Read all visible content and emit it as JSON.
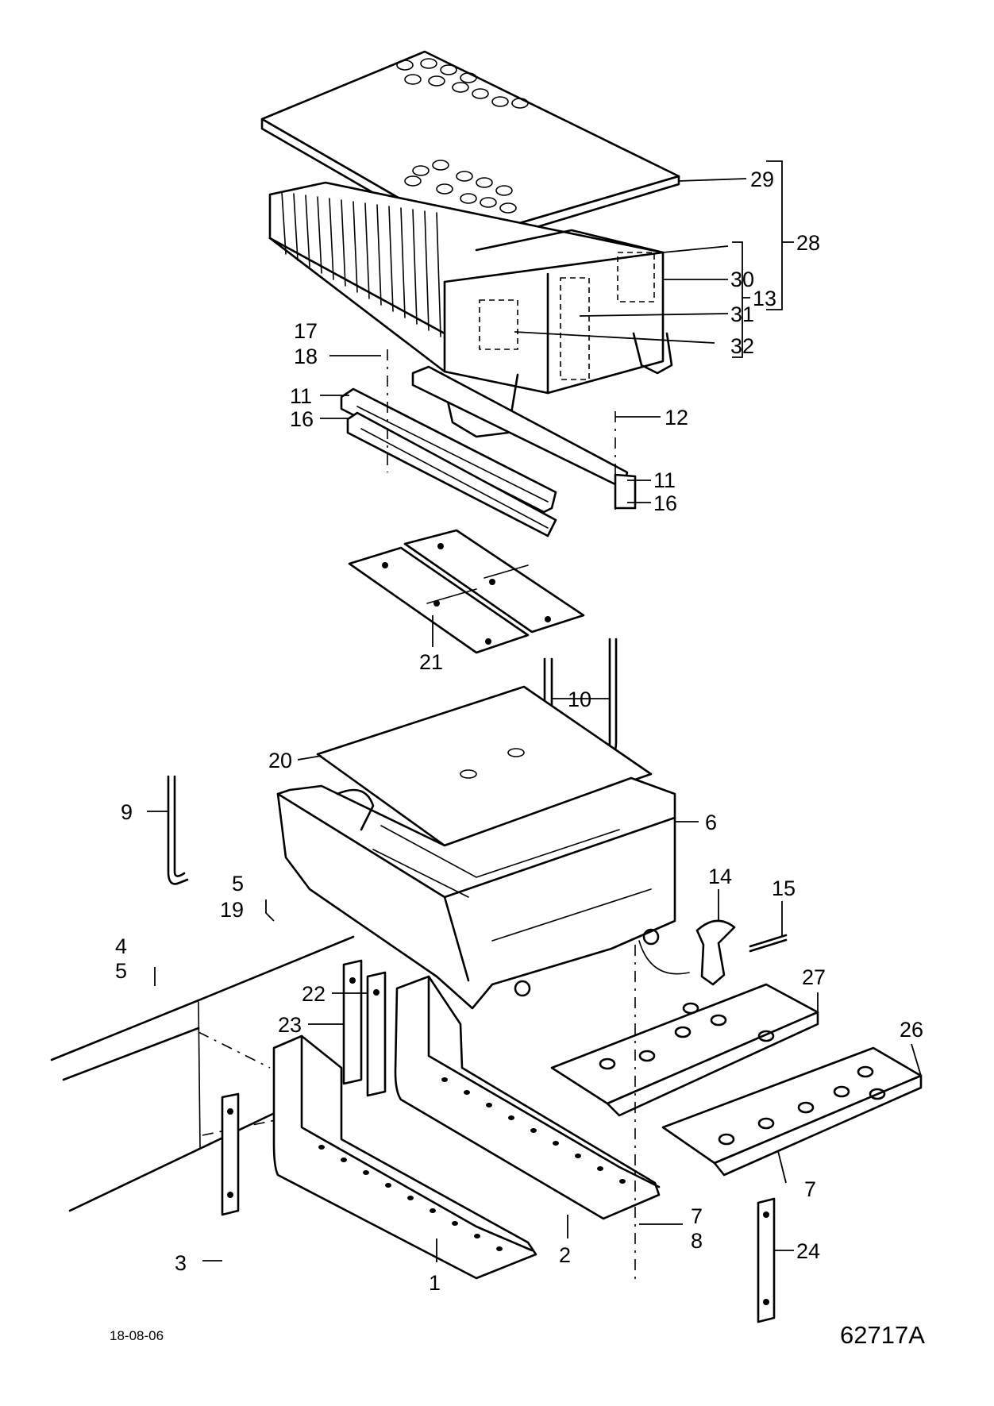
{
  "labels": {
    "l1": "1",
    "l2": "2",
    "l3": "3",
    "l4": "4",
    "l5a": "5",
    "l5b": "5",
    "l19": "19",
    "l6": "6",
    "l7a": "7",
    "l8": "8",
    "l7b": "7",
    "l9": "9",
    "l10": "10",
    "l11a": "11",
    "l16a": "16",
    "l11b": "11",
    "l16b": "16",
    "l12": "12",
    "l13": "13",
    "l14": "14",
    "l15": "15",
    "l17": "17",
    "l18": "18",
    "l20": "20",
    "l21": "21",
    "l22": "22",
    "l23": "23",
    "l24": "24",
    "l26": "26",
    "l27": "27",
    "l28": "28",
    "l29": "29",
    "l30": "30",
    "l31": "31",
    "l32": "32"
  },
  "footer": {
    "date": "18-08-06",
    "code": "62717A"
  }
}
